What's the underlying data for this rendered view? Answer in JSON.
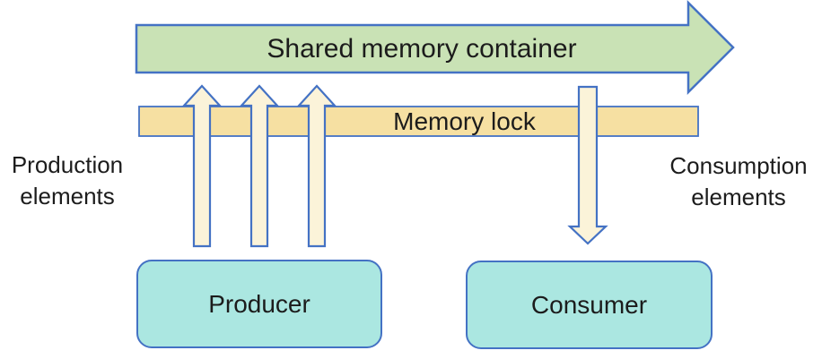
{
  "diagram": {
    "shared_memory_label": "Shared memory container",
    "memory_lock_label": "Memory lock",
    "production_label_line1": "Production",
    "production_label_line2": "elements",
    "consumption_label_line1": "Consumption",
    "consumption_label_line2": "elements",
    "producer_label": "Producer",
    "consumer_label": "Consumer"
  },
  "colors": {
    "green_fill": "#c9e2b5",
    "tan_fill": "#f6e0a2",
    "cream_fill": "#fbf3d9",
    "cyan_fill": "#abe7e1",
    "blue_stroke": "#4472c4",
    "text": "#1c1c1c"
  }
}
